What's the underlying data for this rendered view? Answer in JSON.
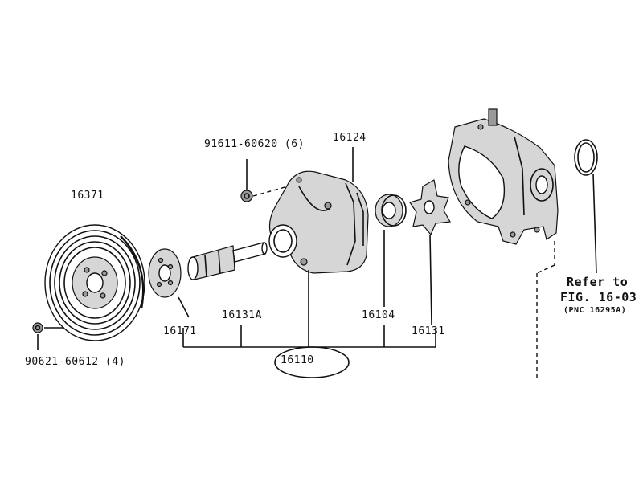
{
  "labels": {
    "bolt_top": "91611-60620 (6)",
    "cover": "16124",
    "pulley": "16371",
    "flange": "16171",
    "shaft": "16131A",
    "seal": "16104",
    "impeller": "16131",
    "assembly": "16110",
    "bolt_bottom": "90621-60612 (4)",
    "refer_line1": "Refer to",
    "refer_line2": "FIG. 16-03",
    "refer_line3": "(PNC 16295A)"
  }
}
